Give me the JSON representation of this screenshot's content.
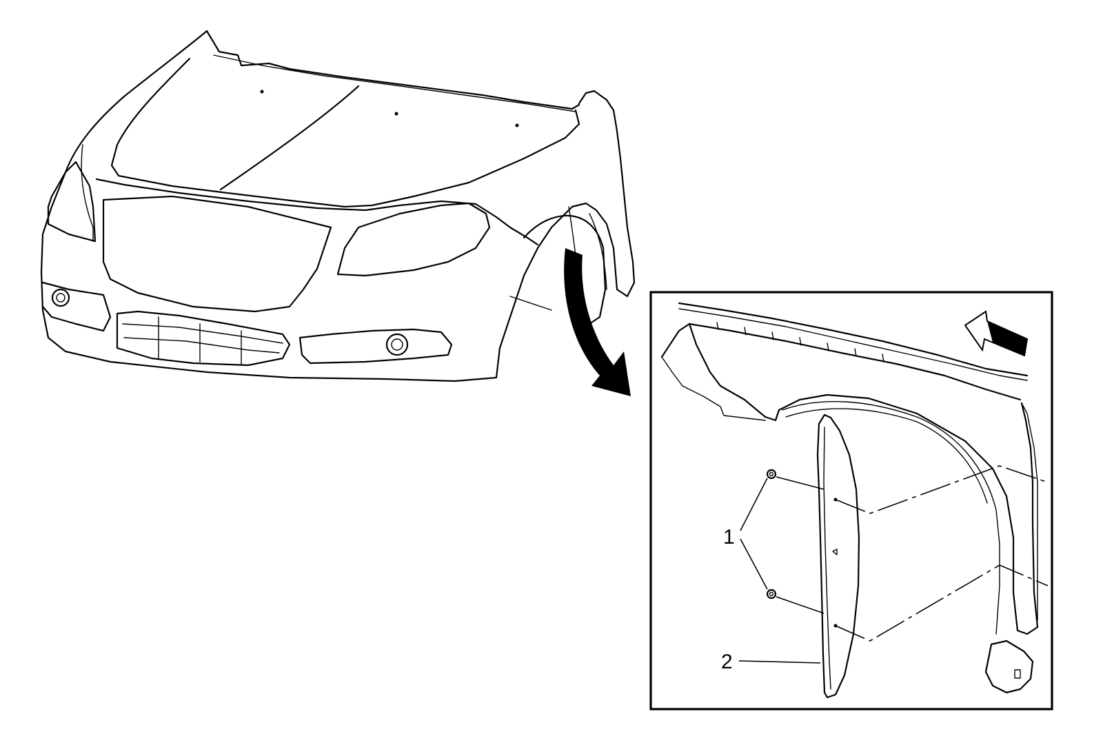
{
  "callouts": [
    {
      "id": "1",
      "label": "1"
    },
    {
      "id": "2",
      "label": "2"
    }
  ],
  "colors": {
    "line": "#000000",
    "background": "#ffffff"
  },
  "icons": [
    "curved-arrow-icon",
    "direction-arrow-icon"
  ]
}
